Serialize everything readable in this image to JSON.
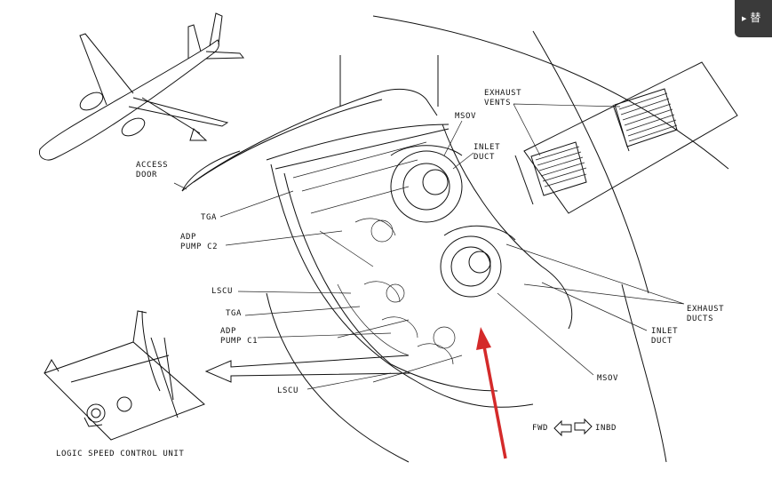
{
  "corner_button": {
    "label": "替"
  },
  "labels": {
    "exhaust_vents": [
      "EXHAUST",
      "VENTS"
    ],
    "msov_top": "MSOV",
    "inlet_duct_top": [
      "INLET",
      "DUCT"
    ],
    "access_door": [
      "ACCESS",
      "DOOR"
    ],
    "tga_top": "TGA",
    "adp_pump_c2": [
      "ADP",
      "PUMP C2"
    ],
    "lscu_mid": "LSCU",
    "tga_bottom": "TGA",
    "adp_pump_c1": [
      "ADP",
      "PUMP C1"
    ],
    "lscu_bottom": "LSCU",
    "exhaust_ducts": [
      "EXHAUST",
      "DUCTS"
    ],
    "inlet_duct_bottom": [
      "INLET",
      "DUCT"
    ],
    "msov_bottom": "MSOV",
    "fwd": "FWD",
    "inbd": "INBD",
    "caption": "LOGIC SPEED CONTROL UNIT"
  },
  "colors": {
    "callout_arrow": "#d42a2a",
    "line": "#111111",
    "corner_button_bg": "#3a3a3a"
  },
  "icons": [
    "airplane-icon",
    "direction-arrow-icon",
    "red-pointer-arrow"
  ]
}
